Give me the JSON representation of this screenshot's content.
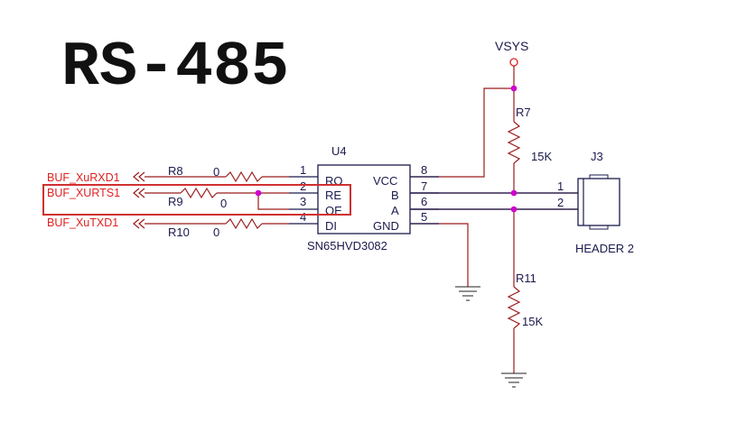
{
  "title": "RS-485",
  "power": {
    "label": "VSYS"
  },
  "ic": {
    "ref": "U4",
    "part": "SN65HVD3082",
    "pins_left": [
      {
        "num": "1",
        "name": "RO"
      },
      {
        "num": "2",
        "name": "RE"
      },
      {
        "num": "3",
        "name": "OE"
      },
      {
        "num": "4",
        "name": "DI"
      }
    ],
    "pins_right": [
      {
        "num": "8",
        "name": "VCC"
      },
      {
        "num": "7",
        "name": "B"
      },
      {
        "num": "6",
        "name": "A"
      },
      {
        "num": "5",
        "name": "GND"
      }
    ]
  },
  "resistors": {
    "r8": {
      "ref": "R8",
      "value": "0"
    },
    "r9": {
      "ref": "R9",
      "value": "0"
    },
    "r10": {
      "ref": "R10",
      "value": "0"
    },
    "r7": {
      "ref": "R7",
      "value": "15K"
    },
    "r11": {
      "ref": "R11",
      "value": "15K"
    }
  },
  "nets": {
    "rxd": "BUF_XuRXD1",
    "rts": "BUF_XURTS1",
    "txd": "BUF_XuTXD1"
  },
  "connector": {
    "ref": "J3",
    "name": "HEADER 2",
    "pins": [
      "1",
      "2"
    ]
  },
  "colors": {
    "wire": "#9b1c1c",
    "net_label": "#e02020",
    "junction": "#d000d0",
    "highlight": "#d03030"
  }
}
